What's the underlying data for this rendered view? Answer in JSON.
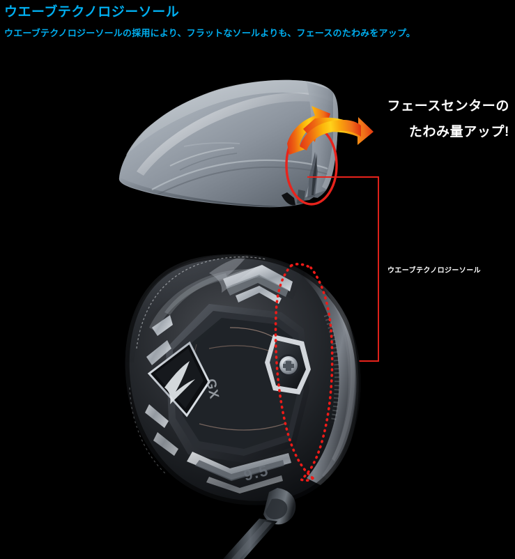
{
  "page": {
    "background_color": "#000000",
    "accent_blue": "#00AEEF",
    "accent_red": "#E8231C",
    "arrow_gradient": [
      "#E8401A",
      "#F59A0B",
      "#FFC20E",
      "#F47C16",
      "#E8401A"
    ]
  },
  "header": {
    "title": "ウエーブテクノロジーソール",
    "description": "ウエーブテクノロジーソールの採用により、フラットなソールよりも、フェースのたわみをアップ。"
  },
  "callout": {
    "line1": "フェースセンターの",
    "line2": "たわみ量アップ!"
  },
  "annotation": {
    "wave_sole_label": "ウエーブテクノロジーソール"
  },
  "product": {
    "brand_mark": "mizuno-runbird",
    "model_text": "GX",
    "loft_text": "9.5"
  },
  "graphics": {
    "top_view_name": "driver-sole-profile-render",
    "bottom_view_name": "driver-sole-photo",
    "highlight_ellipse_name": "wave-sole-highlight-ellipse",
    "flex_arrow_name": "face-flex-double-arrow",
    "leader_bracket_name": "wave-sole-leader-line",
    "dotted_outline_name": "wave-channel-dotted-outline"
  }
}
